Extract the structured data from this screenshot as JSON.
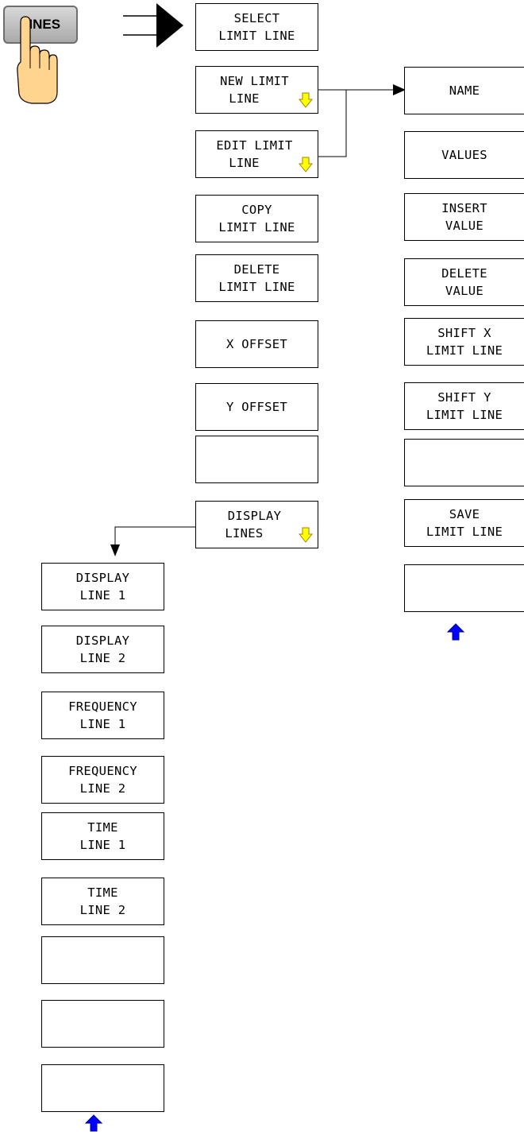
{
  "hardkey": {
    "label": "LINES"
  },
  "main_menu": [
    {
      "line1": "SELECT",
      "line2": "LIMIT LINE",
      "submenu": false
    },
    {
      "line1": "NEW LIMIT",
      "line2": "LINE",
      "submenu": true
    },
    {
      "line1": "EDIT LIMIT",
      "line2": "LINE",
      "submenu": true
    },
    {
      "line1": "COPY",
      "line2": "LIMIT LINE",
      "submenu": false
    },
    {
      "line1": "DELETE",
      "line2": "LIMIT LINE",
      "submenu": false
    },
    {
      "line1": "X OFFSET",
      "line2": "",
      "submenu": false
    },
    {
      "line1": "Y OFFSET",
      "line2": "",
      "submenu": false
    },
    {
      "line1": "",
      "line2": "",
      "submenu": false
    },
    {
      "line1": "DISPLAY",
      "line2": "LINES",
      "submenu": true
    }
  ],
  "limit_line_menu": [
    {
      "line1": "NAME",
      "line2": ""
    },
    {
      "line1": "VALUES",
      "line2": ""
    },
    {
      "line1": "INSERT",
      "line2": "VALUE"
    },
    {
      "line1": "DELETE",
      "line2": "VALUE"
    },
    {
      "line1": "SHIFT X",
      "line2": "LIMIT LINE"
    },
    {
      "line1": "SHIFT Y",
      "line2": "LIMIT LINE"
    },
    {
      "line1": "",
      "line2": ""
    },
    {
      "line1": "SAVE",
      "line2": "LIMIT LINE"
    },
    {
      "line1": "",
      "line2": ""
    }
  ],
  "display_lines_menu": [
    {
      "line1": "DISPLAY",
      "line2": "LINE 1"
    },
    {
      "line1": "DISPLAY",
      "line2": "LINE 2"
    },
    {
      "line1": "FREQUENCY",
      "line2": "LINE 1"
    },
    {
      "line1": "FREQUENCY",
      "line2": "LINE 2"
    },
    {
      "line1": "TIME",
      "line2": "LINE 1"
    },
    {
      "line1": "TIME",
      "line2": "LINE 2"
    },
    {
      "line1": "",
      "line2": ""
    },
    {
      "line1": "",
      "line2": ""
    },
    {
      "line1": "",
      "line2": ""
    }
  ],
  "colors": {
    "submenu_arrow": "#ffff00",
    "back_arrow": "#0000ff"
  }
}
